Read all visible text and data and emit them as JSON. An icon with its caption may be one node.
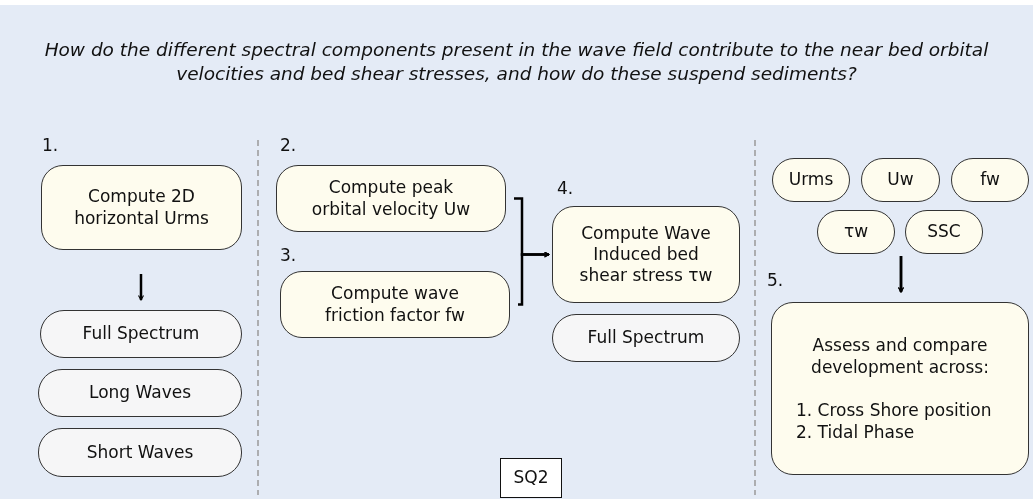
{
  "diagram": {
    "title": "How do the different spectral components present in the wave field contribute to the near bed orbital velocities and bed shear stresses, and how do these suspend sediments?",
    "nodes": [
      {
        "text": [
          "Compute 2D horizontal Urms"
        ],
        "beside": [
          "1."
        ]
      },
      {
        "text": [
          "Full Spectrum"
        ]
      },
      {
        "text": [
          "Long Waves"
        ]
      },
      {
        "text": [
          "Short Waves"
        ]
      },
      {
        "text": [
          "Compute peak orbital velocity Uw"
        ],
        "beside": [
          "2."
        ]
      },
      {
        "text": [
          "Compute wave friction factor fw"
        ],
        "beside": [
          "3."
        ]
      },
      {
        "text": [
          "Compute Wave Induced bed shear stress τw"
        ],
        "beside": [
          "4."
        ]
      },
      {
        "text": [
          "Full Spectrum"
        ]
      },
      {
        "text": [
          "Urms"
        ]
      },
      {
        "text": [
          "Uw"
        ]
      },
      {
        "text": [
          "fw"
        ]
      },
      {
        "text": [
          "τw"
        ]
      },
      {
        "text": [
          "SSC"
        ]
      },
      {
        "text": [
          "Assess and compare development across:",
          "1. Cross Shore position",
          "2. Tidal Phase"
        ],
        "beside": [
          "5."
        ]
      },
      {
        "text": [
          "SQ2"
        ]
      }
    ],
    "edges": [
      {
        "from": 0,
        "to": 1,
        "arrow": "to"
      },
      {
        "from": 4,
        "to": 6,
        "arrow": "to"
      },
      {
        "from": 5,
        "to": 6,
        "arrow": "to"
      },
      {
        "from": 11,
        "to": 13,
        "arrow": "to"
      },
      {
        "from": 12,
        "to": 13,
        "arrow": "to"
      }
    ]
  }
}
